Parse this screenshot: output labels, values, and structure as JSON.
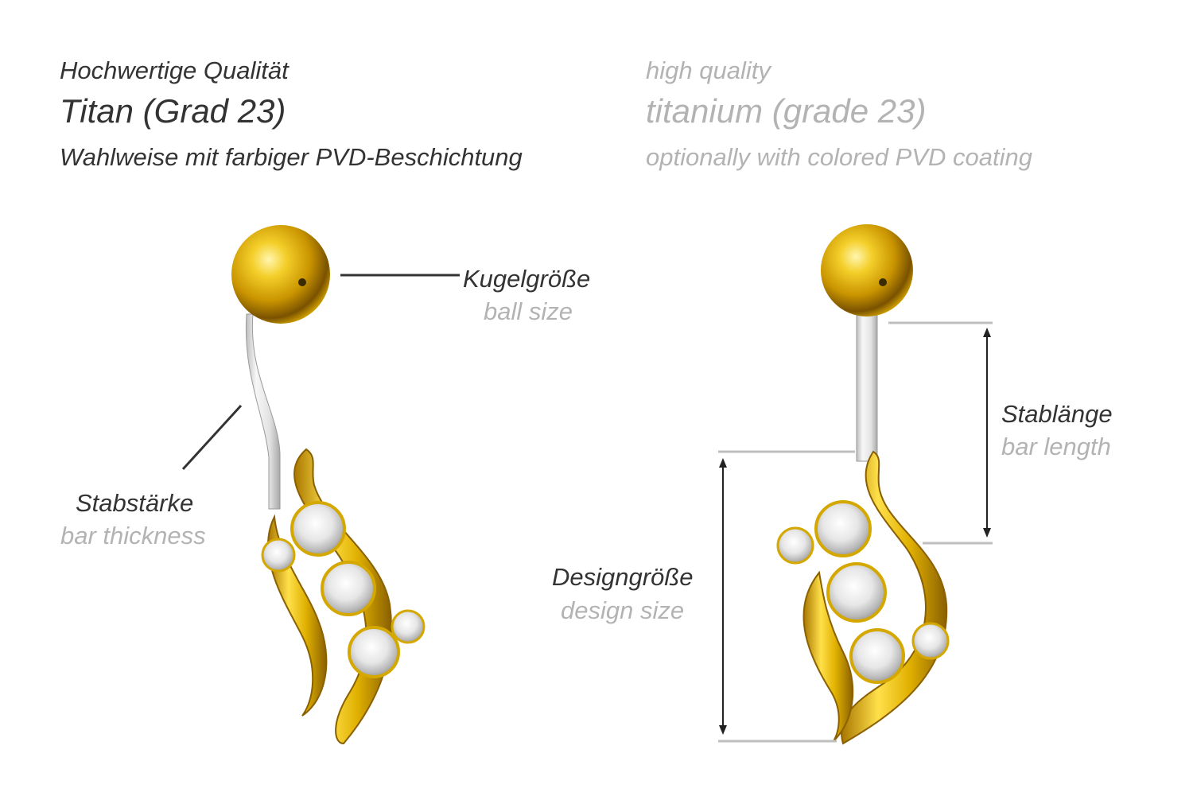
{
  "header": {
    "de": {
      "quality": "Hochwertige Qualität",
      "material": "Titan (Grad 23)",
      "coating": "Wahlweise mit farbiger PVD-Beschichtung"
    },
    "en": {
      "quality": "high quality",
      "material": "titanium (grade 23)",
      "coating": "optionally with colored PVD coating"
    }
  },
  "labels": {
    "ball_size": {
      "de": "Kugelgröße",
      "en": "ball size"
    },
    "bar_thickness": {
      "de": "Stabstärke",
      "en": "bar thickness"
    },
    "bar_length": {
      "de": "Stablänge",
      "en": "bar length"
    },
    "design_size": {
      "de": "Designgröße",
      "en": "design size"
    }
  },
  "colors": {
    "text_dark": "#333333",
    "text_light": "#b3b3b3",
    "gold": "#e0b200",
    "silver": "#d9d9d9",
    "line_dark": "#333333",
    "line_light": "#bfbfbf"
  }
}
